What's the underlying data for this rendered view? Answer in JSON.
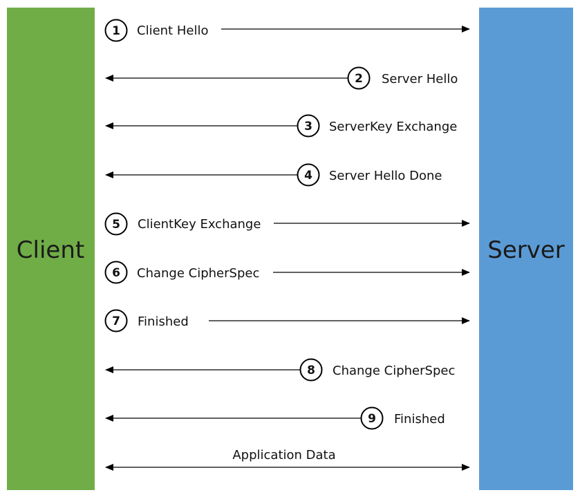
{
  "lanes": {
    "client": {
      "label": "Client",
      "color": "#70ad47"
    },
    "server": {
      "label": "Server",
      "color": "#5b9bd5"
    }
  },
  "messages": [
    {
      "step": "1",
      "label": "Client Hello",
      "direction": "to-server"
    },
    {
      "step": "2",
      "label": "Server Hello",
      "direction": "to-client"
    },
    {
      "step": "3",
      "label": "ServerKey Exchange",
      "direction": "to-client"
    },
    {
      "step": "4",
      "label": "Server Hello Done",
      "direction": "to-client"
    },
    {
      "step": "5",
      "label": "ClientKey Exchange",
      "direction": "to-server"
    },
    {
      "step": "6",
      "label": "Change CipherSpec",
      "direction": "to-server"
    },
    {
      "step": "7",
      "label": "Finished",
      "direction": "to-server"
    },
    {
      "step": "8",
      "label": "Change CipherSpec",
      "direction": "to-client"
    },
    {
      "step": "9",
      "label": "Finished",
      "direction": "to-client"
    }
  ],
  "application_data": {
    "label": "Application Data",
    "direction": "both"
  }
}
